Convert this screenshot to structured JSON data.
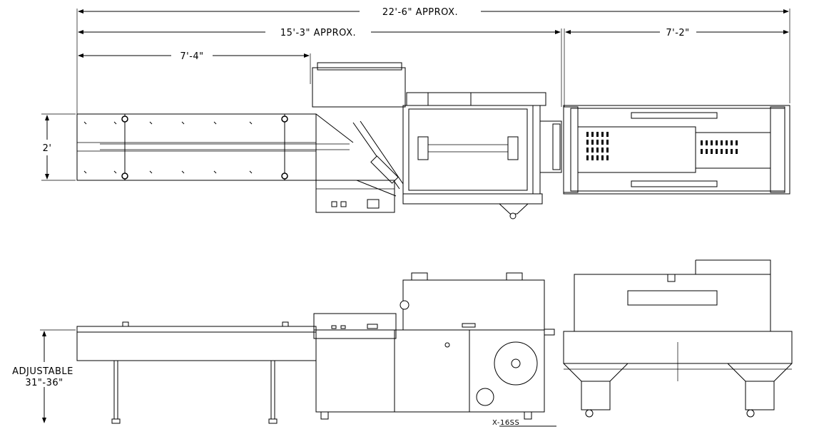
{
  "drawing": {
    "dimensions": {
      "overall": "22'-6\" APPROX.",
      "wrapper": "15'-3\" APPROX.",
      "tunnel": "7'-2\"",
      "infeed": "7'-4\"",
      "width": "2'"
    },
    "height_note": {
      "line1": "ADJUSTABLE",
      "line2": "31\"-36\""
    },
    "model": "X-16SS"
  }
}
